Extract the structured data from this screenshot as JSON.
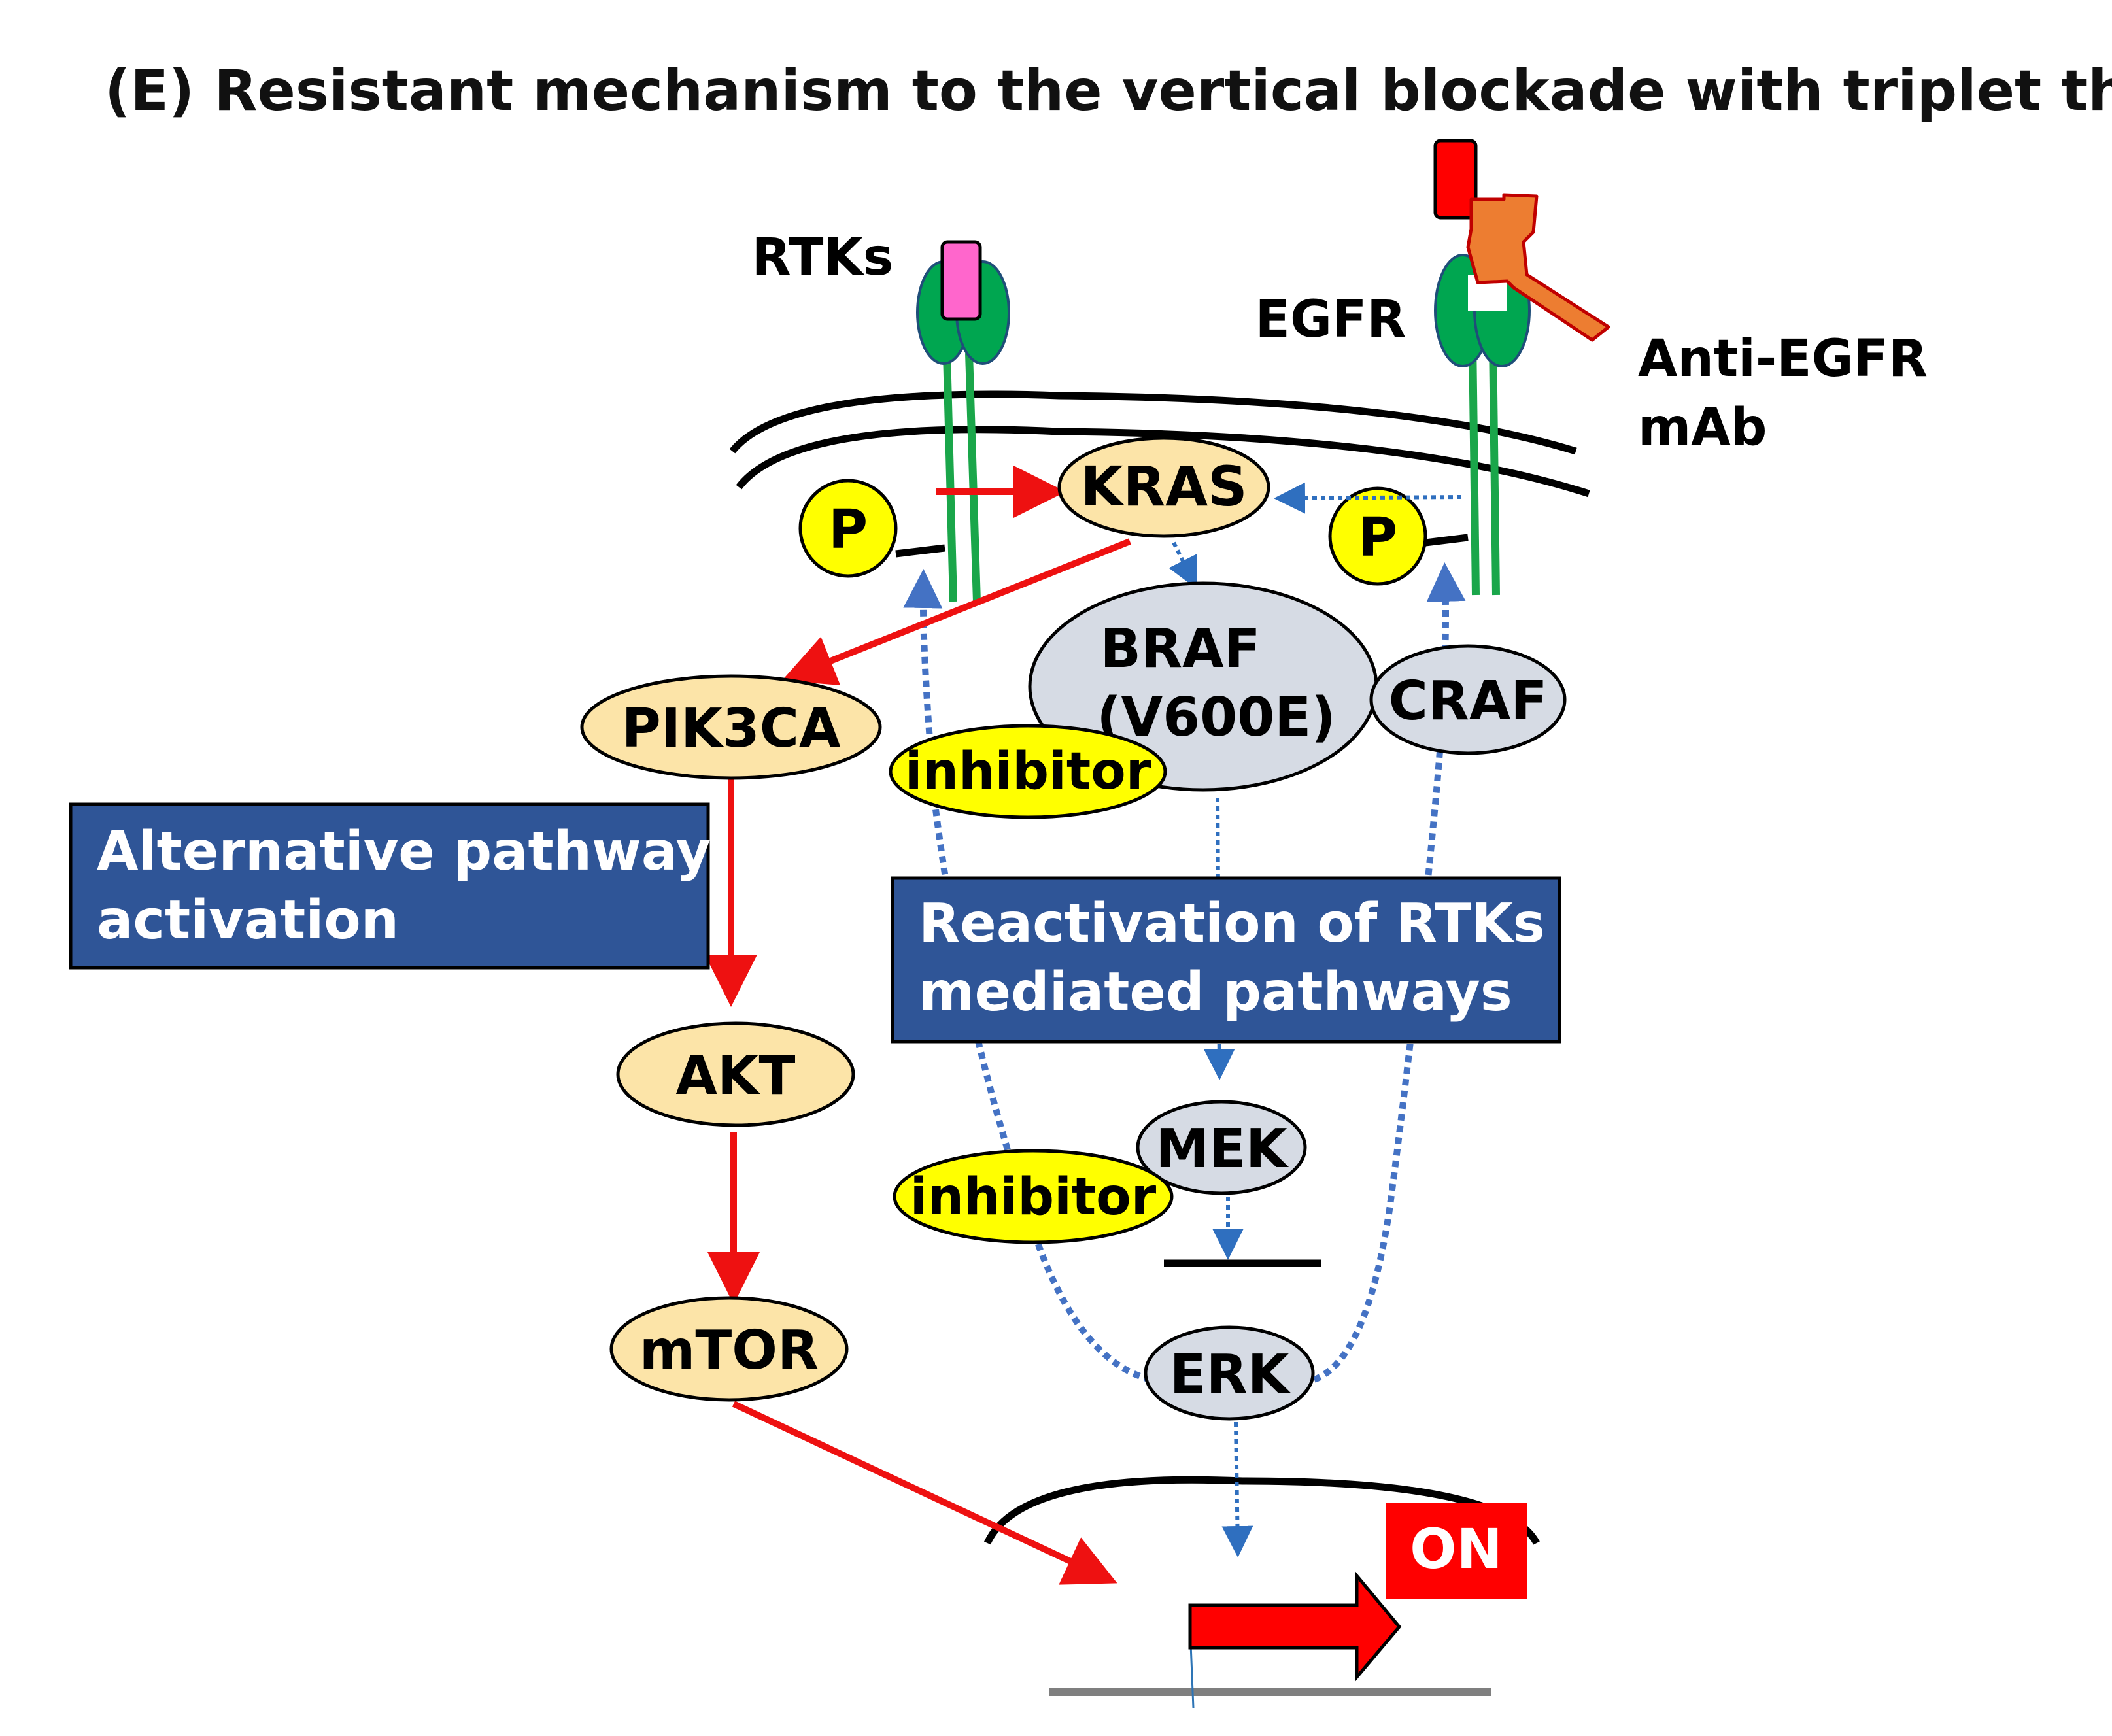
{
  "title": "(E) Resistant mechanism to the vertical blockade with triplet therapy",
  "labels": {
    "rtks": "RTKs",
    "egfr": "EGFR",
    "anti_egfr_line1": "Anti-EGFR",
    "anti_egfr_line2": "mAb",
    "p_left": "P",
    "p_right": "P",
    "kras": "KRAS",
    "braf_line1": "BRAF",
    "braf_line2": "(V600E)",
    "craf": "CRAF",
    "pik3ca": "PIK3CA",
    "inhibitor_braf": "inhibitor",
    "inhibitor_mek": "inhibitor",
    "akt": "AKT",
    "mtor": "mTOR",
    "mek": "MEK",
    "erk": "ERK",
    "on": "ON"
  },
  "boxes": {
    "alternative_line1": "Alternative pathway",
    "alternative_line2": "activation",
    "reactivation_line1": "Reactivation of RTKs",
    "reactivation_line2": "mediated pathways"
  },
  "colors": {
    "receptor_green": "#1aa64a",
    "ligand_pink": "#ff66cc",
    "antibody_orange": "#ed7d31",
    "antibody_red": "#ff0000",
    "pathway_red": "#ee1111",
    "dotted_blue": "#2f6fbf",
    "dashed_blue": "#4472c4",
    "node_yellow": "#fce4a8",
    "node_grey": "#d6dbe4",
    "p_yellow": "#ffff00",
    "box_navy": "#2f5597",
    "on_red": "#ff0000"
  }
}
